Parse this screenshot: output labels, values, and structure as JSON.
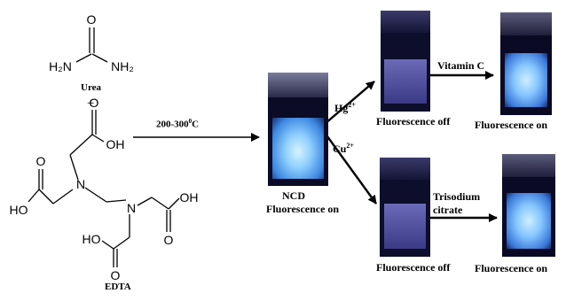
{
  "urea": {
    "o": "O",
    "left_group": "H₂N",
    "right_group": "NH₂",
    "name": "Urea"
  },
  "plus": "+",
  "edta": {
    "name": "EDTA",
    "n_label": "N",
    "oh_label": "OH",
    "ho_label": "HO",
    "o_label": "O"
  },
  "reaction": {
    "condition_base": "200-300",
    "condition_sup": "0",
    "condition_tail": "C"
  },
  "ncd": {
    "line1": "NCD",
    "line2": "Fluorescence on"
  },
  "hg_branch": {
    "ion_base": "Hg",
    "ion_sup": "2+",
    "off_label": "Fluorescence off",
    "reagent": "Vitamin  C",
    "on_label": "Fluorescence on"
  },
  "cu_branch": {
    "ion_base": "Cu",
    "ion_sup": "2+",
    "off_label": "Fluorescence off",
    "reagent_line1": "Trisodium",
    "reagent_line2": "citrate",
    "on_label": "Fluorescence on"
  },
  "colors": {
    "glow": "#7fbfff",
    "bright_liquid": "#a9dcff",
    "dim_liquid": "#5a5aa8",
    "vial_dark": "#101030",
    "line": "#000000"
  }
}
